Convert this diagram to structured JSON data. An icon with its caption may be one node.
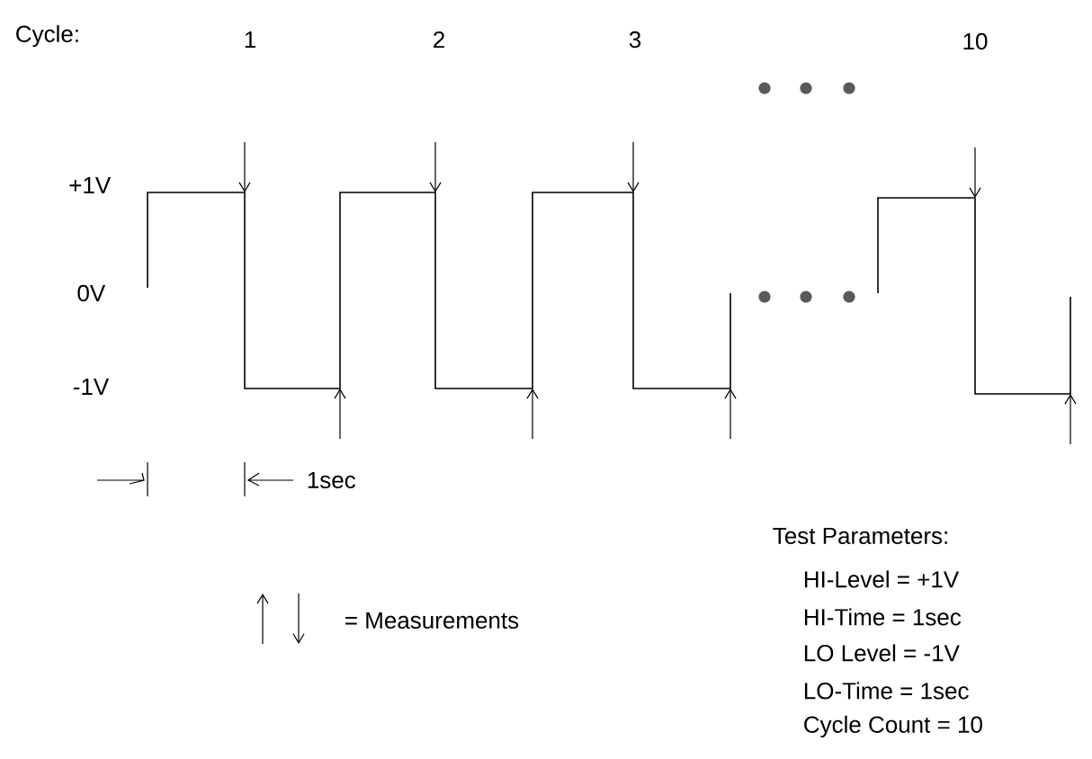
{
  "diagram": {
    "labels": [
      "Cycle:",
      "1",
      "2",
      "3",
      "10",
      "+1V",
      "0V",
      "-1V",
      "1sec",
      "Test Parameters:",
      "HI-Level = +1V",
      "HI-Time = 1sec",
      "LO Level = -1V",
      "LO-Time = 1sec",
      "Cycle Count = 10"
    ],
    "legend": [
      {
        "text": "= Measurements"
      }
    ]
  }
}
